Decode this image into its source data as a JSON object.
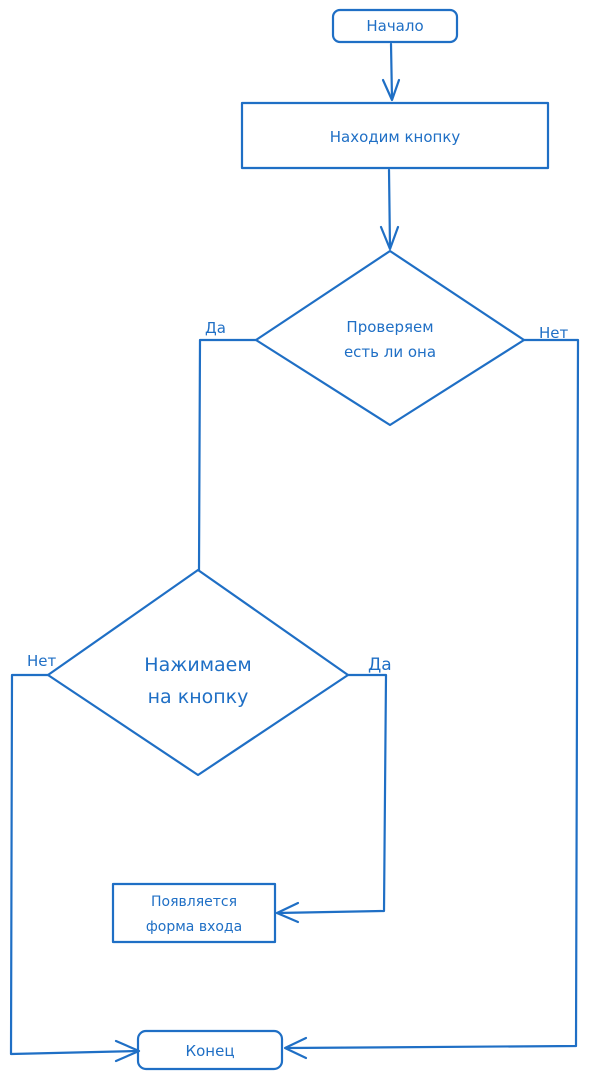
{
  "colors": {
    "stroke": "#1f6fc5",
    "text": "#1f6fc5",
    "background": "#ffffff"
  },
  "nodes": {
    "start": "Начало",
    "find_button": "Находим кнопку",
    "check_exists": {
      "line1": "Проверяем",
      "line2": "есть ли она"
    },
    "press_button": {
      "line1": "Нажимаем",
      "line2": "на кнопку"
    },
    "login_form": {
      "line1": "Появляется",
      "line2": "форма входа"
    },
    "end": "Конец"
  },
  "edges": {
    "check_yes": "Да",
    "check_no": "Нет",
    "press_no": "Нет",
    "press_yes": "Да"
  }
}
